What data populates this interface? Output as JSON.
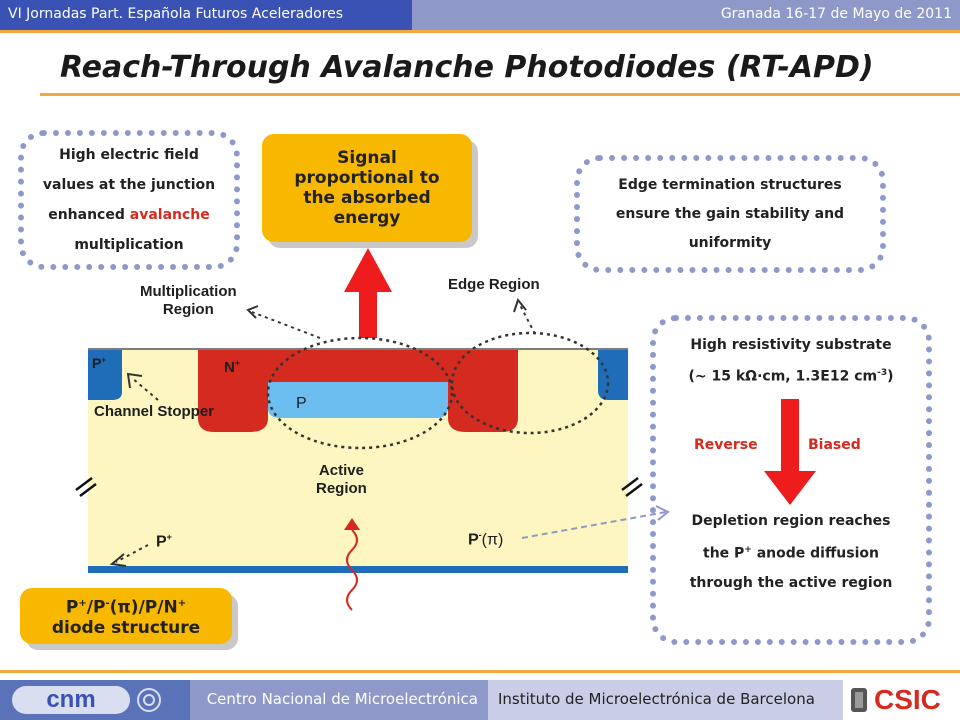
{
  "header": {
    "left": "VI Jornadas Part. Española Futuros Aceleradores",
    "right": "Granada 16-17 de Mayo de 2011"
  },
  "title": "Reach-Through Avalanche Photodiodes (RT-APD)",
  "callouts": {
    "electric_field": {
      "pre": "High electric field values at the junction enhanced ",
      "highlight": "avalanche",
      "post": " multiplication"
    },
    "signal": "Signal proportional to the absorbed energy",
    "edge_termination": "Edge termination structures ensure the gain stability and uniformity",
    "substrate_line1": "High resistivity substrate",
    "substrate_line2": "(~ 15 kΩ·cm, 1.3E12 cm",
    "substrate_sup": "-3",
    "substrate_close": ")",
    "reverse": "Reverse",
    "biased": "Biased",
    "depletion_1": "Depletion region reaches",
    "depletion_2a": "the P",
    "depletion_2sup": "+",
    "depletion_2b": " anode diffusion",
    "depletion_3": "through the active region",
    "diode_a": "P",
    "diode_a_sup": "+",
    "diode_b": "/P",
    "diode_b_sup": "-",
    "diode_c": "(π)/P/N",
    "diode_c_sup": "+",
    "diode_line2": "diode structure"
  },
  "diagram": {
    "multiplication_region_1": "Multiplication",
    "multiplication_region_2": "Region",
    "edge_region": "Edge Region",
    "p_plus_left": "P",
    "p_plus_left_sup": "+",
    "n_plus": "N",
    "n_plus_sup": "+",
    "p": "P",
    "channel_stopper": "Channel Stopper",
    "active_region_1": "Active",
    "active_region_2": "Region",
    "p_plus_bottom": "P",
    "p_plus_bottom_sup": "+",
    "p_minus": "P",
    "p_minus_sup": "-",
    "p_minus_pi": "(π)"
  },
  "footer": {
    "cnm": "Centro Nacional de Microelectrónica",
    "imb": "Instituto de Microelectrónica de Barcelona",
    "logo_left": "cnm",
    "logo_right": "CSIC"
  },
  "colors": {
    "accent_orange": "#f2a93b",
    "header_blue": "#3b52b5",
    "n_plus_red": "#d42a1f",
    "p_blue": "#6dbef0",
    "substrate_yellow": "#fef6c0",
    "callout_box": "#f8b800"
  }
}
